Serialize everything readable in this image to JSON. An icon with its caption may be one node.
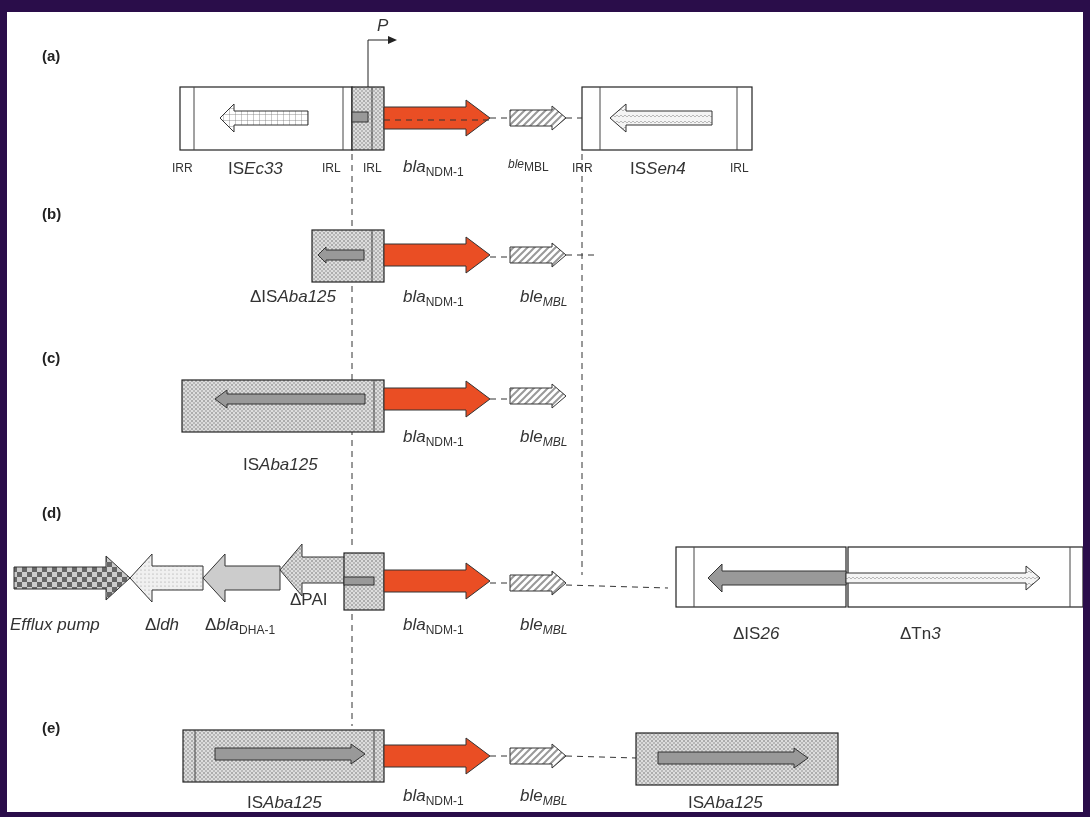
{
  "diagram": {
    "labels": [
      "(a)",
      "P",
      "IRR",
      "ISEc33",
      "IRL",
      "IRL",
      "*bla*$_{NDM-1}$",
      "*ble*$_{MBL}$",
      "IRR",
      "ISSen4",
      "IRL",
      "(b)",
      "ΔISAba125",
      "*bla*$_{NDM-1}$",
      "*ble*$_{MBL}$",
      "(c)",
      "ISAba125",
      "*bla*$_{NDM-1}$",
      "*ble*$_{MBL}$",
      "(d)",
      "Efflux pump",
      "Δldh",
      "Δbla$_{DHA-1}$",
      "ΔPAI",
      "*bla*$_{NDM-1}$",
      "*ble*$_{MBL}$",
      "ΔIS26",
      "ΔTn3",
      "(e)",
      "ISAba125",
      "*bla*$_{NDM-1}$",
      "*ble*$_{MBL}$",
      "ISAba125"
    ]
  }
}
